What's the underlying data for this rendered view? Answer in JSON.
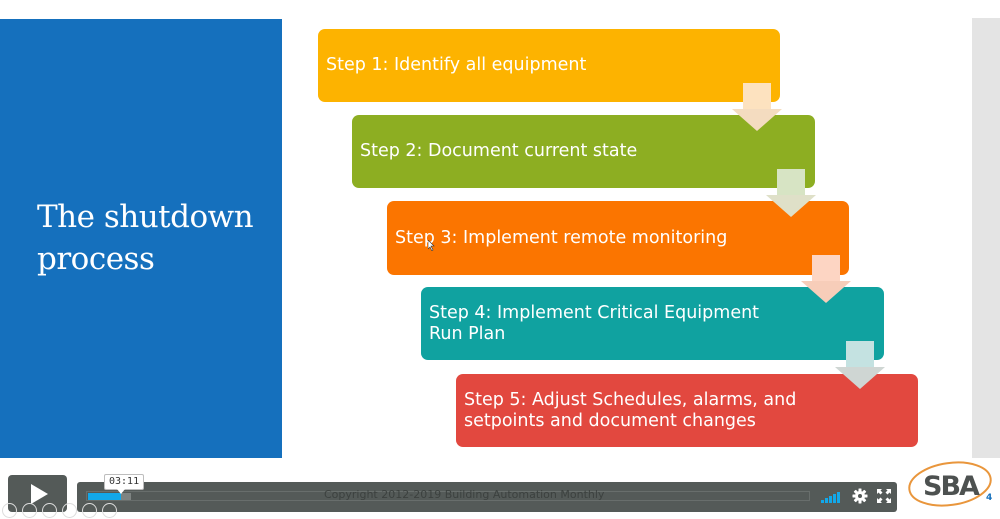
{
  "slide": {
    "title": "The shutdown process",
    "title_lines": [
      "The shutdown",
      "process"
    ],
    "colors": {
      "title_panel": "#1570bd",
      "step1": "#fdb300",
      "step2": "#8dae22",
      "step3": "#fb7500",
      "step4": "#10a2a0",
      "step5": "#e2483f"
    },
    "steps": [
      {
        "label": "Step 1: Identify all equipment"
      },
      {
        "label_lines": [
          "Step 2: Document current state"
        ],
        "label": "Step 2: Document current state"
      },
      {
        "label": "Step 3: Implement remote monitoring"
      },
      {
        "label": "Step 4: Implement Critical Equipment Run Plan",
        "label_lines": [
          "Step 4: Implement Critical Equipment",
          "Run Plan"
        ]
      },
      {
        "label": "Step 5: Adjust Schedules, alarms, and setpoints and document changes",
        "label_lines": [
          "Step 5: Adjust Schedules, alarms, and",
          "setpoints and document changes"
        ]
      }
    ],
    "slide_number": "4",
    "logo_text": "SBA"
  },
  "player": {
    "play_icon": "play-icon",
    "current_time_tooltip": "03:11",
    "copyright": "Copyright 2012-2019 Building Automation Monthly",
    "progress_color": "#12a8ea",
    "volume_icon": "volume-bars-icon",
    "settings_icon": "gear-icon",
    "fullscreen_icon": "fullscreen-icon"
  }
}
